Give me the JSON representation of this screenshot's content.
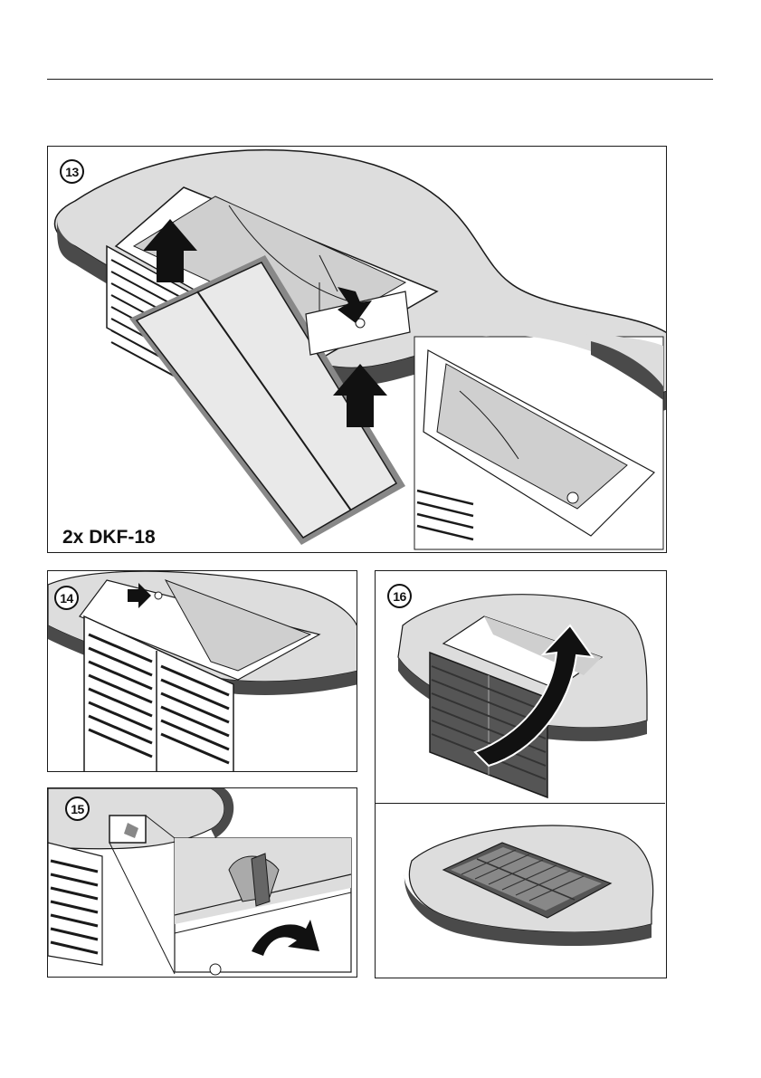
{
  "steps": {
    "s13": "13",
    "s14": "14",
    "s15": "15",
    "s16": "16"
  },
  "caption": "2x DKF-18",
  "colors": {
    "ceiling_top": "#dddddd",
    "ceiling_edge": "#4a4a4a",
    "line": "#1a1a1a",
    "housing_interior": "#cfcfcf",
    "filter_face": "#e9e9e9",
    "arrow": "#111111"
  },
  "icons": [
    "up-arrow-icon",
    "down-arrow-icon",
    "right-arrow-icon",
    "curved-arrow-icon",
    "screw-icon"
  ]
}
